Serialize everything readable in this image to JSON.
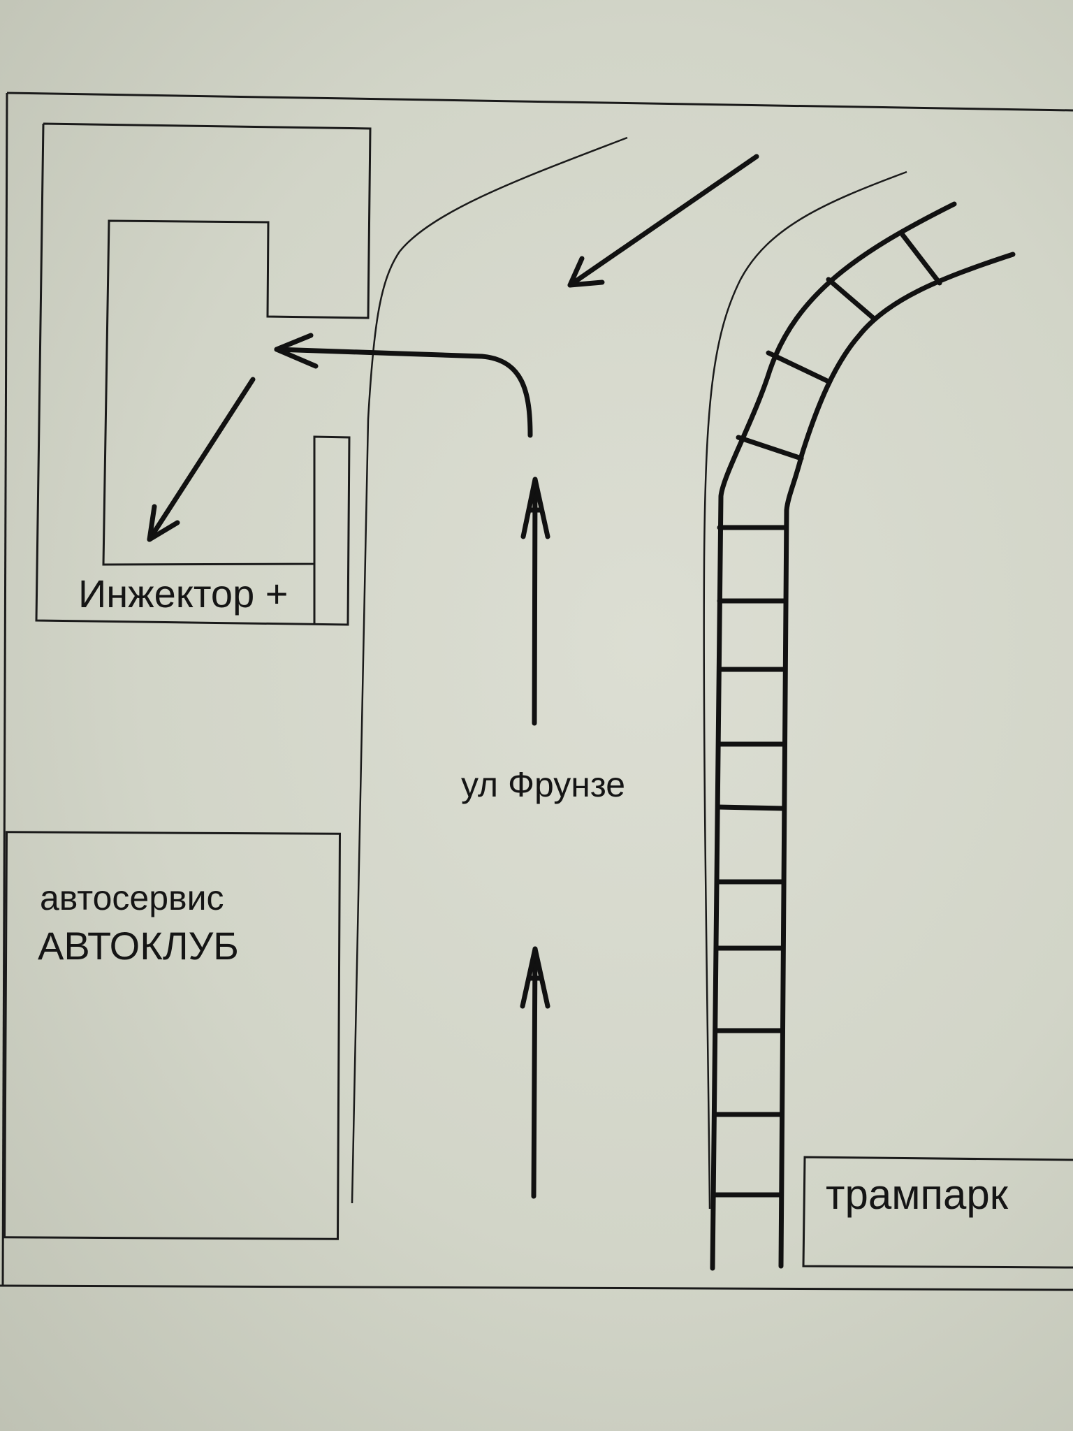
{
  "labels": {
    "injector": "Инжектор +",
    "street": "ул Фрунзе",
    "service_line1": "автосервис",
    "service_line2": "АВТОКЛУБ",
    "tram_depot": "трампарк"
  },
  "colors": {
    "paper": "#d6d8cc",
    "ink": "#151515"
  }
}
